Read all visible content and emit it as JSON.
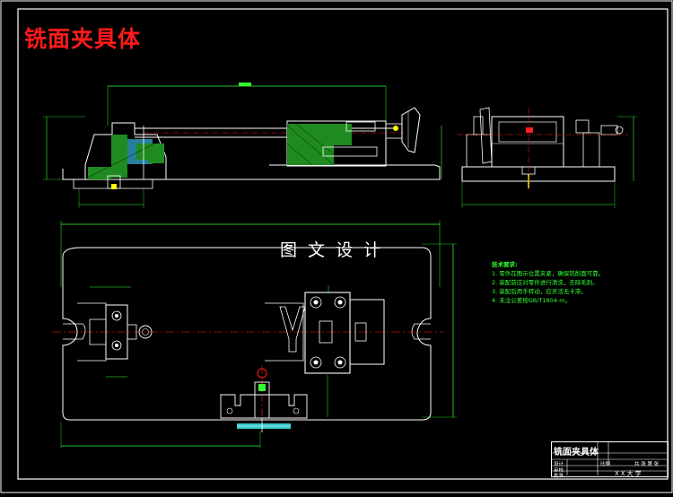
{
  "page_title": "铣面夹具体",
  "drawing_title": "图文设计",
  "notes": {
    "heading": "技术要求:",
    "items": [
      "1. 零件在图示位置夹紧，确保铣削面可靠。",
      "2. 装配前应对零件进行清洗，去除毛刺。",
      "3. 装配后用手转动，应灵活无卡滞。",
      "4. 未注公差按GB/T1804-m。"
    ]
  },
  "title_block": {
    "name": "铣面夹具体",
    "rows": [
      "设计",
      "审核",
      "批准"
    ],
    "scale_label": "比例",
    "sheet_label": "共 张 第 张",
    "school": "XX大学"
  },
  "colors": {
    "frame": "#ffffff",
    "dimension": "#33ff33",
    "centerline": "#ff2020",
    "section_fill": "#1f8a1f",
    "accent_cyan": "#33cccc",
    "accent_yellow": "#ffff00",
    "title_red": "#ff1a1a"
  }
}
